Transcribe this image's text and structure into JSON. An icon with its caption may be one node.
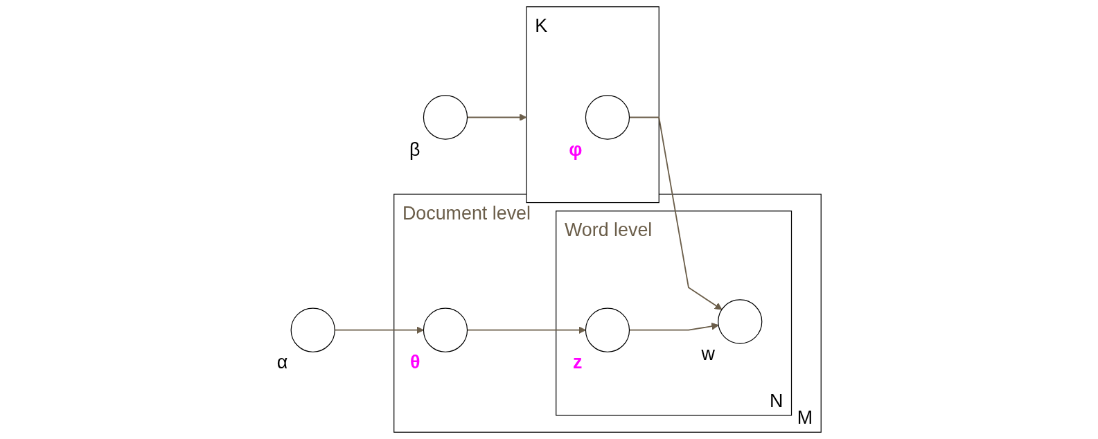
{
  "diagram": {
    "nodes": [
      {
        "text": [],
        "shape": "circle",
        "beside": [
          "β"
        ]
      },
      {
        "text": [
          "K"
        ]
      },
      {
        "text": [],
        "shape": "circle",
        "beside": [
          "φ"
        ],
        "in": 1
      },
      {
        "text": [
          "Document level",
          "M"
        ]
      },
      {
        "text": [],
        "shape": "circle",
        "beside": [
          "α"
        ]
      },
      {
        "text": [],
        "shape": "circle",
        "beside": [
          "θ"
        ],
        "in": 3
      },
      {
        "text": [
          "Word level",
          "N"
        ],
        "in": 3
      },
      {
        "text": [],
        "shape": "circle",
        "beside": [
          "z"
        ],
        "in": 6
      },
      {
        "text": [],
        "shape": "circle",
        "beside": [
          "w"
        ],
        "in": 6
      }
    ],
    "edges": [
      {
        "from": 0,
        "to": 1,
        "arrow": "to"
      },
      {
        "from": 2,
        "to": 8,
        "arrow": "to"
      },
      {
        "from": 4,
        "to": 5,
        "arrow": "to"
      },
      {
        "from": 5,
        "to": 7,
        "arrow": "to"
      },
      {
        "from": 7,
        "to": 8,
        "arrow": "to"
      }
    ]
  }
}
